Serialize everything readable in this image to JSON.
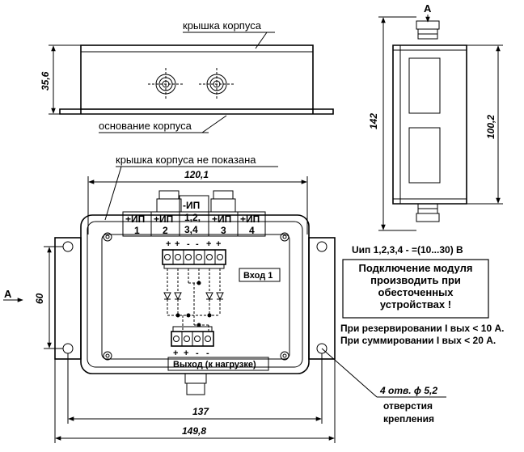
{
  "labels": {
    "lid": "крышка корпуса",
    "base": "основание корпуса",
    "lid_hidden": "крышка корпуса не показана",
    "view_a": "A"
  },
  "dimensions": {
    "height_side": "35,6",
    "top_width": "120,1",
    "bottom_inner": "137",
    "bottom_outer": "149,8",
    "left_height": "60",
    "side_total": "142",
    "side_inner": "100,2"
  },
  "terminals": {
    "t1_top": "+ИП",
    "t1_bottom": "1",
    "t2_top": "+ИП",
    "t2_bottom": "2",
    "t3_top": "-ИП",
    "t3_mid": "1,2,",
    "t3_bottom": "3,4",
    "t4_top": "+ИП",
    "t4_bottom": "3",
    "t5_top": "+ИП",
    "t5_bottom": "4"
  },
  "signs": {
    "plus": "+",
    "minus": "-"
  },
  "boxes": {
    "input": "Вход 1",
    "output": "Выход (к нагрузке)"
  },
  "notes": {
    "voltage": "Uип 1,2,3,4   -   =(10...30) В",
    "warning_1": "Подключение модуля",
    "warning_2": "производить при",
    "warning_3": "обесточенных",
    "warning_4": "устройствах !",
    "redundancy": "При резервировании  I вых < 10 А.",
    "summing": "При суммировании  I вых < 20 А.",
    "holes": "4 отв. ϕ 5,2",
    "holes_desc_1": "отверстия",
    "holes_desc_2": "крепления"
  }
}
